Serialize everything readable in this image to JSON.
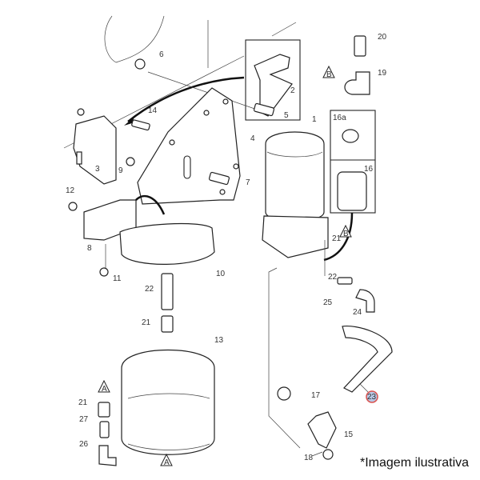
{
  "diagram": {
    "callouts": {
      "c1": "1",
      "c2": "2",
      "c3": "3",
      "c4": "4",
      "c5": "5",
      "c6": "6",
      "c7": "7",
      "c8": "8",
      "c9": "9",
      "c10": "10",
      "c11": "11",
      "c12": "12",
      "c13": "13",
      "c14": "14",
      "c15": "15",
      "c16": "16",
      "c16a": "16a",
      "c17": "17",
      "c18": "18",
      "c19": "19",
      "c20": "20",
      "c21a": "21",
      "c21b": "21",
      "c21c": "21",
      "c22a": "22",
      "c22b": "22",
      "c23": "23",
      "c24": "24",
      "c25": "25",
      "c26": "26",
      "c27": "27"
    },
    "markers": {
      "a1": "A",
      "a2": "A",
      "b1": "B",
      "b2": "B"
    },
    "highlight_color": "#d9534f",
    "note": "*Imagem ilustrativa"
  }
}
